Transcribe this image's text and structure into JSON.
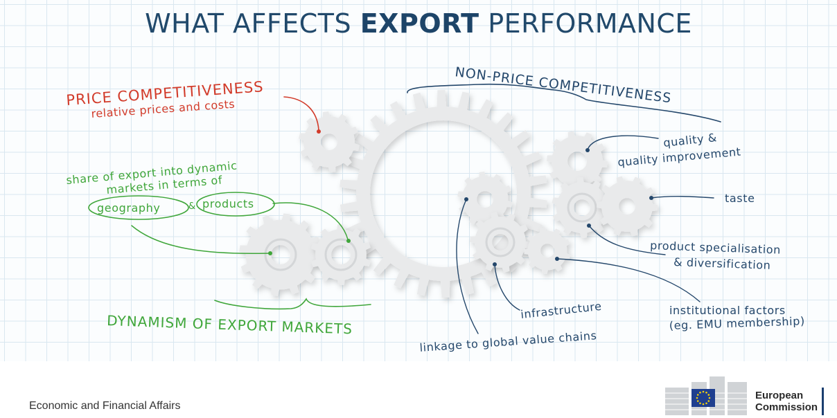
{
  "title": {
    "prefix": "WHAT AFFECTS ",
    "emphasis": "EXPORT",
    "suffix": " PERFORMANCE"
  },
  "colors": {
    "price": "#d23b2a",
    "markets": "#3fa63a",
    "nonprice": "#24476b",
    "title": "#21496b",
    "gear": "#e9eaeb"
  },
  "price": {
    "heading": "PRICE COMPETITIVENESS",
    "detail": "relative prices and costs"
  },
  "markets": {
    "line1": "share of export into dynamic",
    "line2": "markets in terms of",
    "geo": "geography",
    "amp": "&",
    "products": "products",
    "heading": "DYNAMISM OF EXPORT MARKETS"
  },
  "nonprice": {
    "heading": "NON-PRICE COMPETITIVENESS",
    "quality1": "quality &",
    "quality2": "quality improvement",
    "taste": "taste",
    "spec1": "product specialisation",
    "spec2": "& diversification",
    "inst1": "institutional factors",
    "inst2": "(eg. EMU membership)",
    "infra": "infrastructure",
    "linkage": "linkage to global value chains"
  },
  "footer": {
    "department": "Economic and Financial Affairs",
    "org_line1": "European",
    "org_line2": "Commission"
  }
}
